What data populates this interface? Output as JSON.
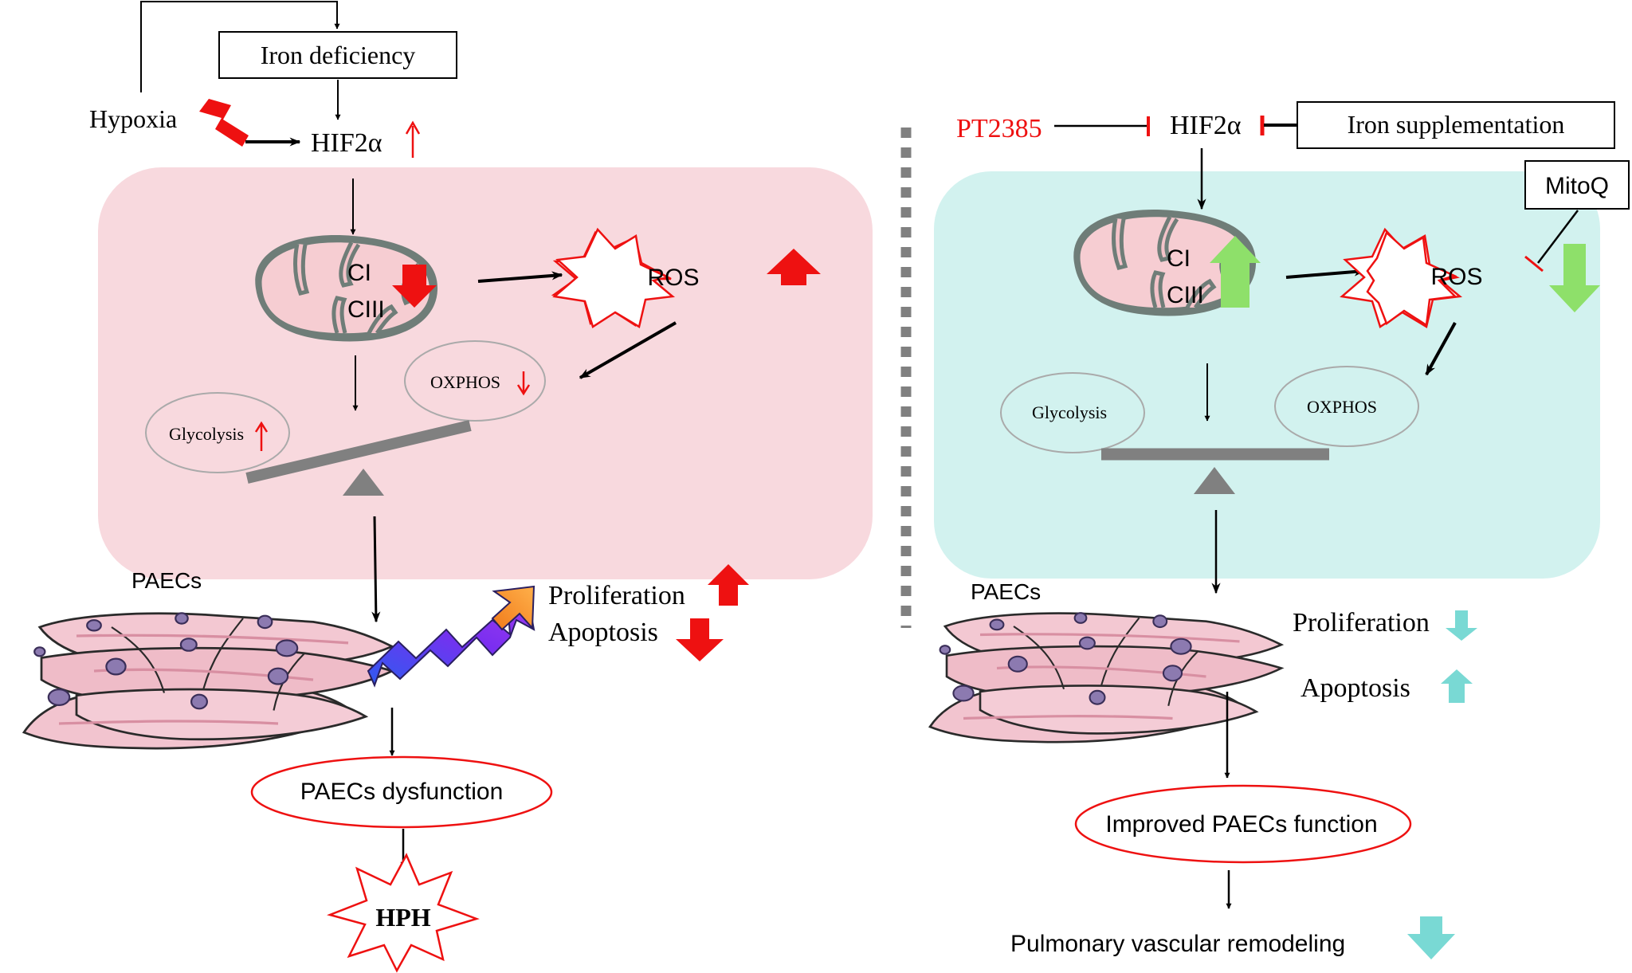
{
  "left": {
    "iron_deficiency": "Iron deficiency",
    "hypoxia": "Hypoxia",
    "hif": "HIF2α",
    "ci": "CI",
    "ciii": "CIII",
    "ros": "ROS",
    "oxphos": "OXPHOS",
    "glycolysis": "Glycolysis",
    "paecs": "PAECs",
    "proliferation": "Proliferation",
    "apoptosis": "Apoptosis",
    "dysfunction": "PAECs dysfunction",
    "hph": "HPH"
  },
  "right": {
    "pt2385": "PT2385",
    "hif": "HIF2α",
    "iron_supplementation": "Iron supplementation",
    "mitoq": "MitoQ",
    "ci": "CI",
    "ciii": "CIII",
    "ros": "ROS",
    "glycolysis": "Glycolysis",
    "oxphos": "OXPHOS",
    "paecs": "PAECs",
    "proliferation": "Proliferation",
    "apoptosis": "Apoptosis",
    "improved": "Improved PAECs function",
    "remodeling": "Pulmonary vascular remodeling"
  },
  "colors": {
    "left_panel": "#f8d9de",
    "right_panel": "#d2f2ef",
    "red": "#ee1111",
    "green": "#8ee06a",
    "teal": "#79d9d4",
    "mito_fill": "#f6cdd2",
    "mito_edge": "#7f8c86"
  }
}
